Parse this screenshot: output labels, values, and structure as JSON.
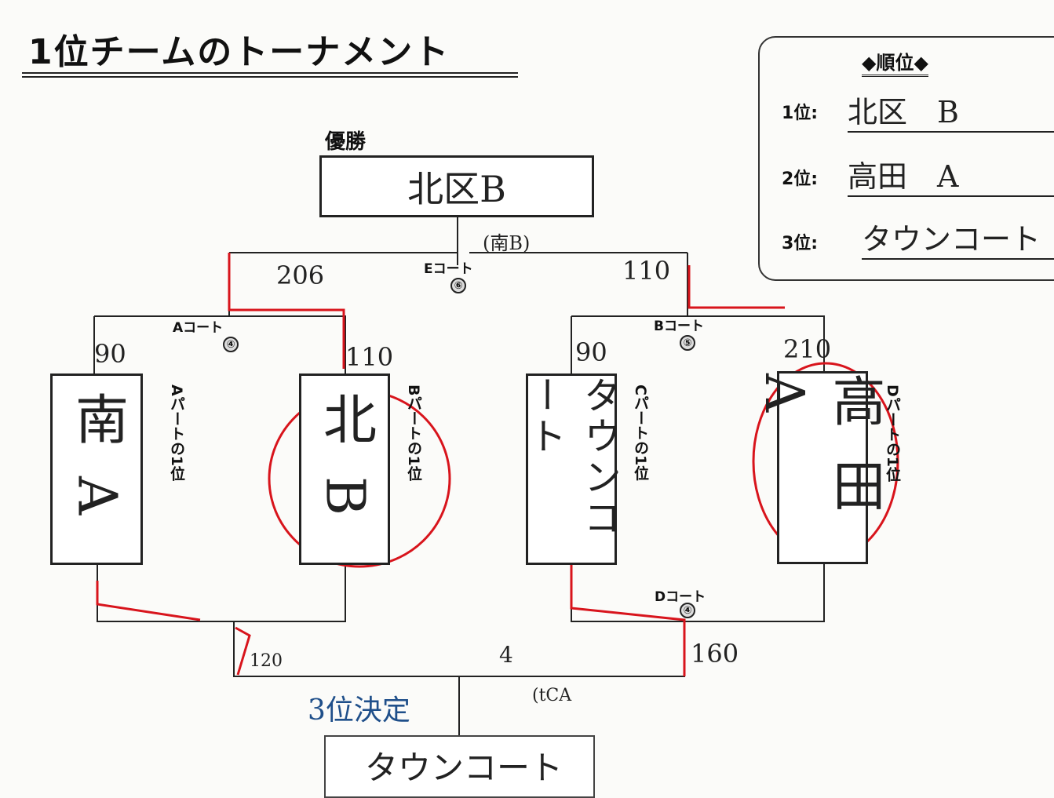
{
  "title": "1位チームのトーナメント",
  "ranking": {
    "heading": "◆順位◆",
    "rows": [
      {
        "label": "1位:",
        "team": "北区　B"
      },
      {
        "label": "2位:",
        "team": "高田　A"
      },
      {
        "label": "3位:",
        "team": "タウンコート"
      }
    ]
  },
  "champion": {
    "label": "優勝",
    "team": "北区B",
    "note": "(南B)"
  },
  "final": {
    "court": "Eコート",
    "match_no": "⑥",
    "left_score": "206",
    "right_score": "110"
  },
  "semi_left": {
    "court": "Aコート",
    "match_no": "④",
    "left_score": "90",
    "right_score": "110"
  },
  "semi_right": {
    "court": "Bコート",
    "match_no": "⑤",
    "left_score": "90",
    "right_score": "210"
  },
  "teams": [
    {
      "name": "南A",
      "part": "Aパートの1位"
    },
    {
      "name": "北B",
      "part": "Bパートの1位"
    },
    {
      "name": "タウンコート",
      "part": "Cパートの1位"
    },
    {
      "name": "高田A",
      "part": "Dパートの1位"
    }
  ],
  "third_place": {
    "court": "Dコート",
    "match_no": "④",
    "left_score": "120",
    "right_score": "160",
    "center_note": "4",
    "label": "3位決定",
    "note": "(tCA",
    "winner": "タウンコート"
  },
  "colors": {
    "red": "#d8141c",
    "blue": "#1f4f8a"
  }
}
